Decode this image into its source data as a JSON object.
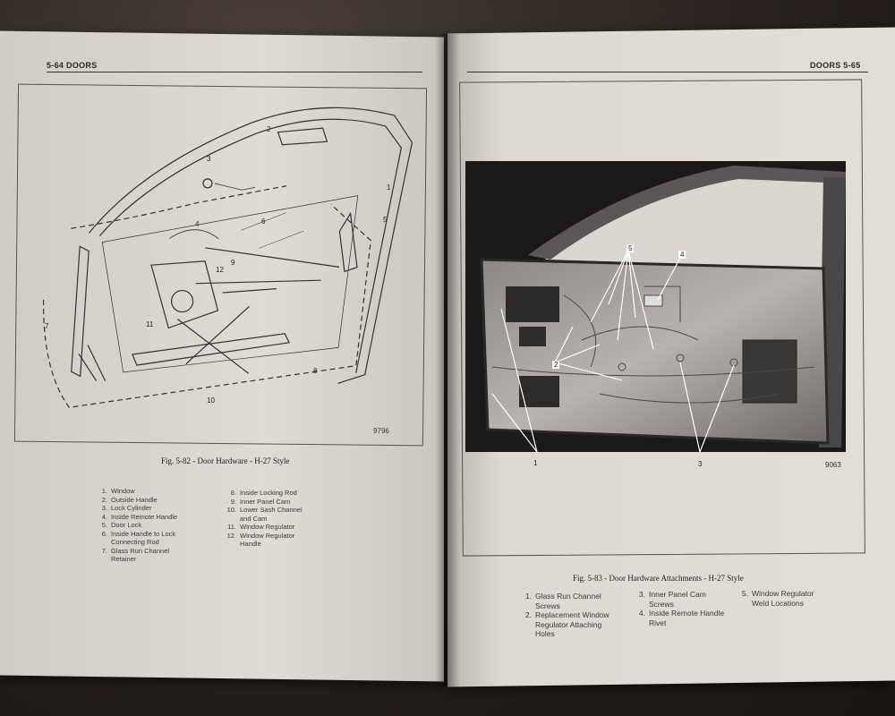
{
  "left_page": {
    "header": "5-64 DOORS",
    "figure_number": "9796",
    "caption": "Fig. 5-82 - Door Hardware - H-27 Style",
    "callouts": [
      "1",
      "2",
      "3",
      "4",
      "5",
      "6",
      "7",
      "8",
      "9",
      "10",
      "11",
      "12"
    ],
    "legend_col1": [
      {
        "num": "1.",
        "text": "Window"
      },
      {
        "num": "2.",
        "text": "Outside Handle"
      },
      {
        "num": "3.",
        "text": "Lock Cylinder"
      },
      {
        "num": "4.",
        "text": "Inside Remote Handle"
      },
      {
        "num": "5.",
        "text": "Door Lock"
      },
      {
        "num": "6.",
        "text": "Inside Handle to Lock\nConnecting Rod"
      },
      {
        "num": "7.",
        "text": "Glass Run Channel\nRetainer"
      }
    ],
    "legend_col2": [
      {
        "num": "8.",
        "text": "Inside Locking Rod"
      },
      {
        "num": "9.",
        "text": "Inner Panel Cam"
      },
      {
        "num": "10.",
        "text": "Lower Sash Channel\nand Cam"
      },
      {
        "num": "11.",
        "text": "Window Regulator"
      },
      {
        "num": "12.",
        "text": "Window Regulator\nHandle"
      }
    ]
  },
  "right_page": {
    "header": "DOORS 5-65",
    "figure_number": "9063",
    "caption": "Fig. 5-83 - Door Hardware Attachments - H-27 Style",
    "callouts": [
      "1",
      "2",
      "3",
      "4",
      "5"
    ],
    "legend_col1": [
      {
        "num": "1.",
        "text": "Glass Run Channel\nScrews"
      },
      {
        "num": "2.",
        "text": "Replacement Window\nRegulator Attaching\nHoles"
      }
    ],
    "legend_col2": [
      {
        "num": "3.",
        "text": "Inner Panel Cam\nScrews"
      },
      {
        "num": "4.",
        "text": "Inside Remote Handle\nRivet"
      }
    ],
    "legend_col3": [
      {
        "num": "5.",
        "text": "Window Regulator\nWeld Locations"
      }
    ]
  }
}
